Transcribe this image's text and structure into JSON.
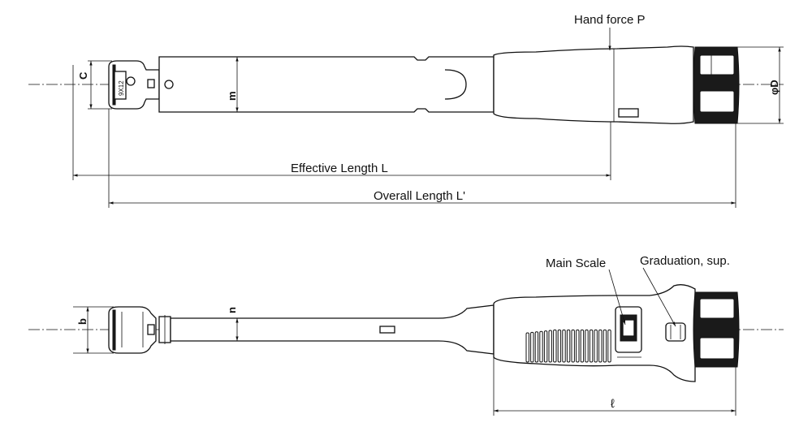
{
  "top_view": {
    "hand_force_label": "Hand force P",
    "effective_length_label": "Effective Length L",
    "overall_length_label": "Overall Length L'",
    "dim_c": "C",
    "dim_m": "m",
    "dim_phi_d": "φD",
    "head_marking": "9X12"
  },
  "bottom_view": {
    "main_scale_label": "Main Scale",
    "graduation_label": "Graduation, sup.",
    "dim_b": "b",
    "dim_n": "n",
    "dim_l": "ℓ"
  }
}
